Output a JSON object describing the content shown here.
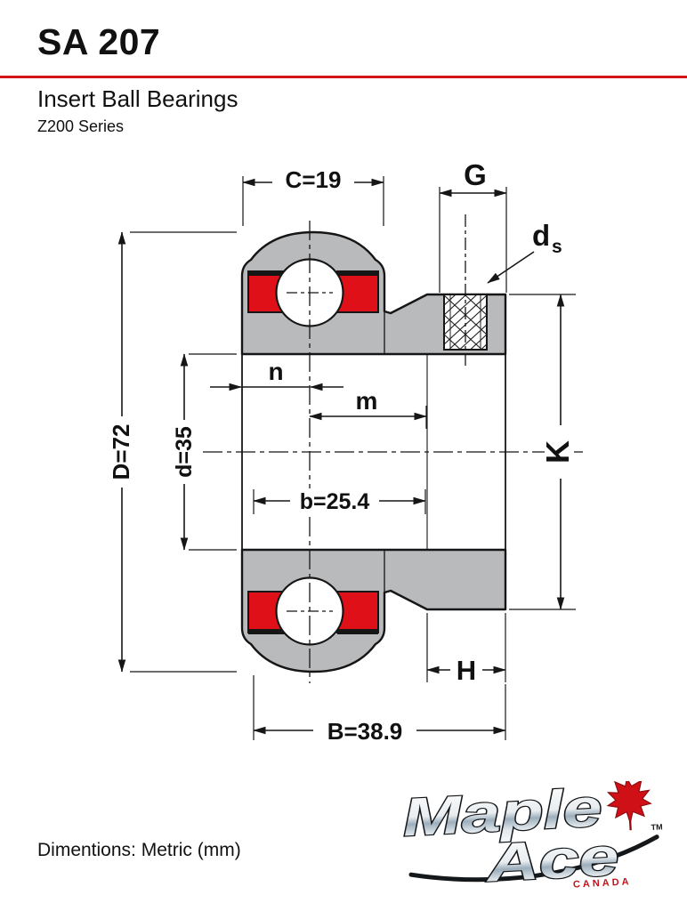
{
  "header": {
    "model": "SA 207",
    "product": "Insert Ball Bearings",
    "series": "Z200 Series"
  },
  "diagram": {
    "type": "bearing-cross-section",
    "labels": {
      "C": "C=19",
      "G": "G",
      "ds_base": "d",
      "ds_sub": "s",
      "D": "D=72",
      "d": "d=35",
      "n": "n",
      "m": "m",
      "b": "b=25.4",
      "K": "K",
      "H": "H",
      "B": "B=38.9"
    }
  },
  "footer": {
    "units_note": "Dimentions: Metric (mm)"
  },
  "logo": {
    "word1": "Maple",
    "word2": "Ace",
    "tm": "TM",
    "country": "CANADA"
  },
  "colors": {
    "accent_red": "#d21418",
    "metal_gray": "#b9babc",
    "seal_red": "#e01018",
    "line_black": "#161616"
  }
}
